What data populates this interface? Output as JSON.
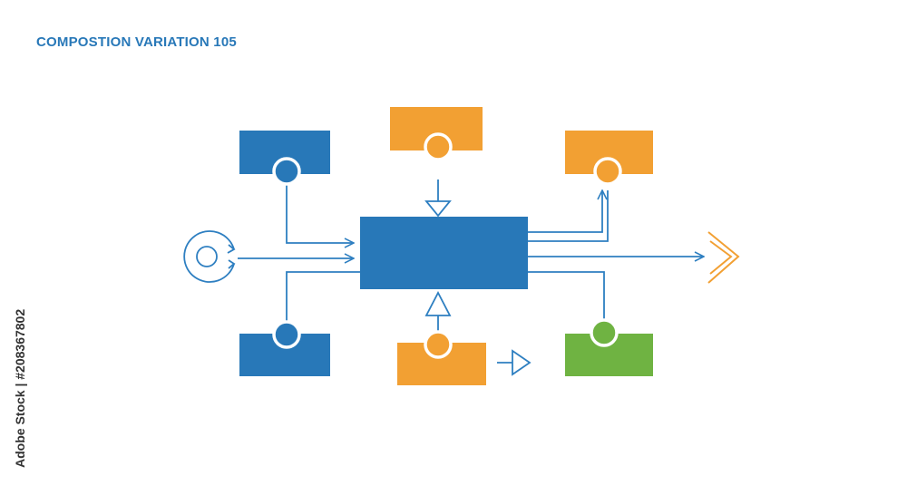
{
  "title": "COMPOSTION VARIATION 105",
  "stock_id": "Adobe Stock | #208367802",
  "colors": {
    "blue": "#2878b8",
    "orange": "#f2a033",
    "green": "#6fb342",
    "line": "#2e7fc1",
    "chevron": "#f2a033",
    "background": "#ffffff"
  },
  "nodes": [
    {
      "id": "top-left-box",
      "color": "blue"
    },
    {
      "id": "top-center-box",
      "color": "orange"
    },
    {
      "id": "top-right-box",
      "color": "orange"
    },
    {
      "id": "center-box",
      "color": "blue"
    },
    {
      "id": "bottom-left-box",
      "color": "blue"
    },
    {
      "id": "bottom-center-box",
      "color": "orange"
    },
    {
      "id": "bottom-right-box",
      "color": "green"
    },
    {
      "id": "start-cycle",
      "icon": "cycle-icon"
    },
    {
      "id": "end-chevron",
      "icon": "double-chevron-right-icon"
    }
  ]
}
